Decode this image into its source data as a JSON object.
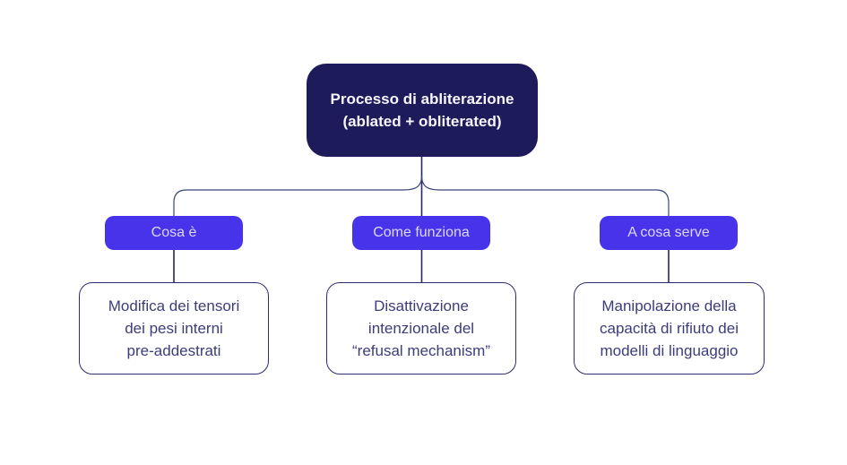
{
  "diagram": {
    "title": "Processo di abliterazione mindmap",
    "root": {
      "lines": [
        "Processo di abliterazione",
        "(ablated + obliterated)"
      ]
    },
    "branches": [
      {
        "label": "Cosa è",
        "detail_lines": [
          "Modifica dei tensori",
          "dei pesi interni",
          "pre-addestrati"
        ]
      },
      {
        "label": "Come funziona",
        "detail_lines": [
          "Disattivazione",
          "intenzionale del",
          "“refusal mechanism”"
        ]
      },
      {
        "label": "A cosa serve",
        "detail_lines": [
          "Manipolazione della",
          "capacità di rifiuto dei",
          "modelli di linguaggio"
        ]
      }
    ]
  },
  "colors": {
    "root_bg": "#1e1b5b",
    "root_text": "#f7f6fd",
    "pill_bg": "#4733e9",
    "pill_text": "#dcdaf8",
    "card_border": "#2d2c6e",
    "card_text": "#3d3c7b",
    "connector_stem": "#262466",
    "connector_branch": "#39447a"
  }
}
